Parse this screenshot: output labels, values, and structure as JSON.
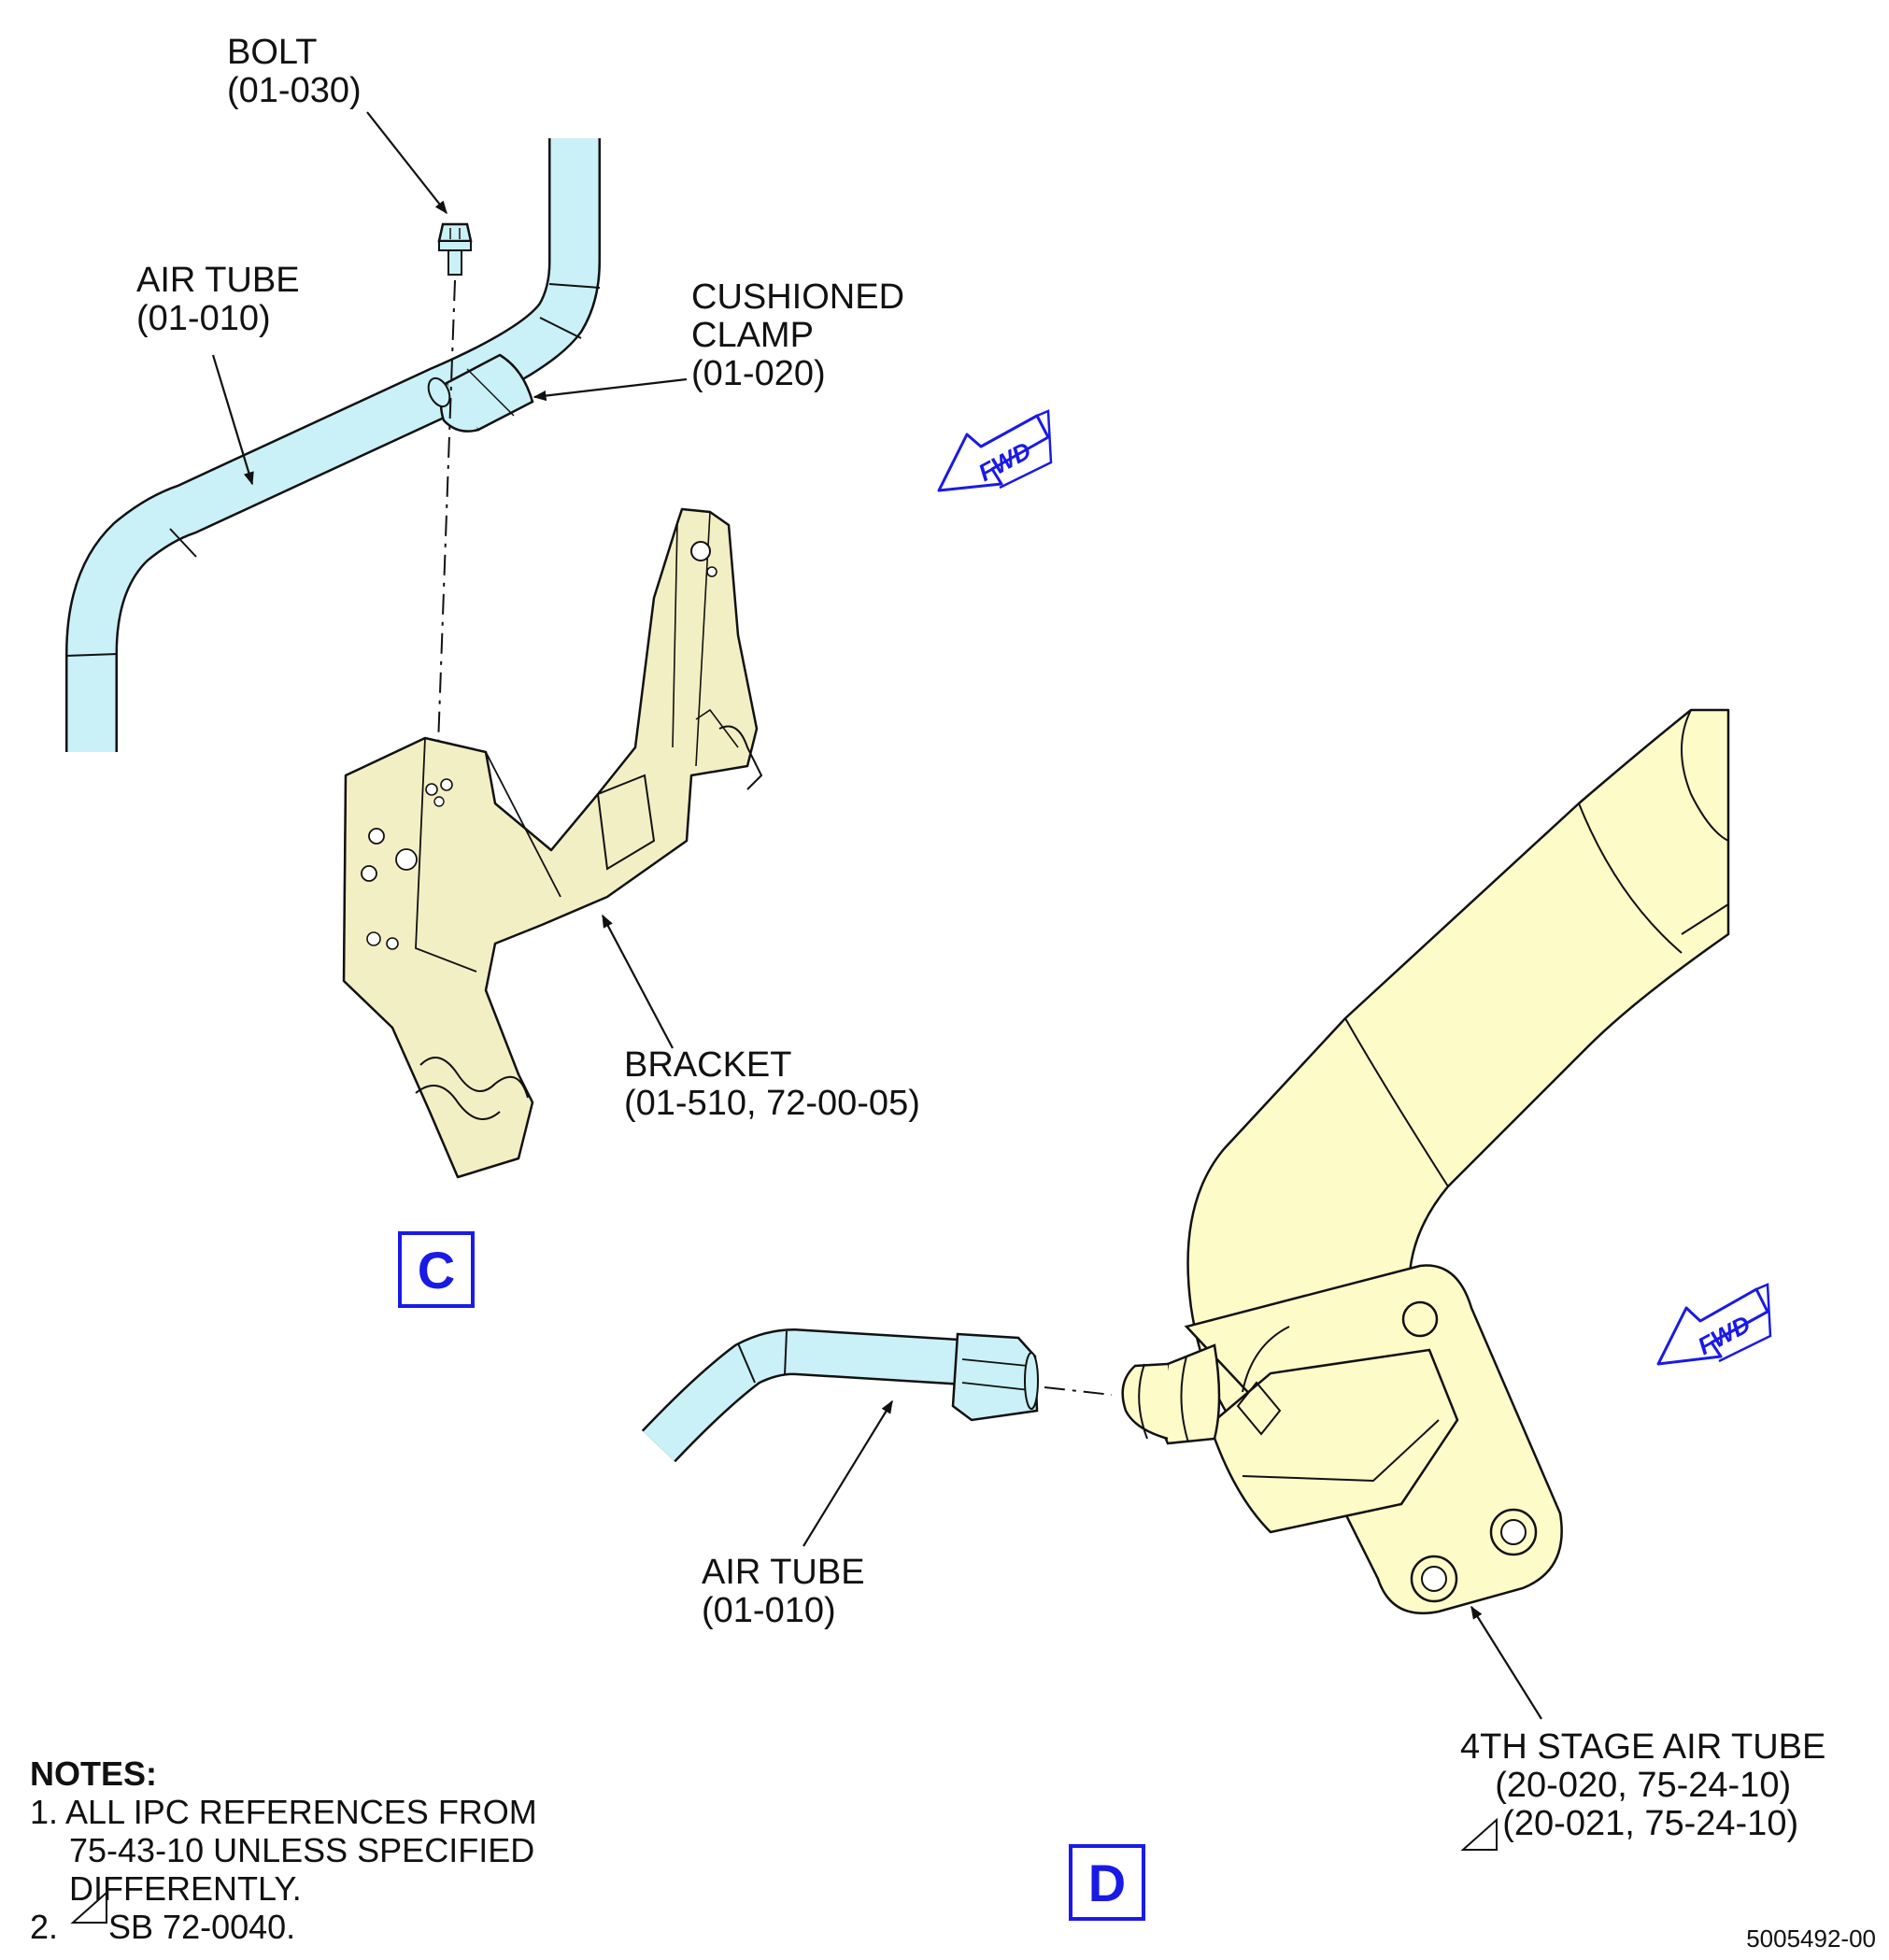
{
  "labels": {
    "bolt": [
      "BOLT",
      "(01-030)"
    ],
    "air_tube_c": [
      "AIR TUBE",
      "(01-010)"
    ],
    "cushioned_clamp": [
      "CUSHIONED",
      "CLAMP",
      "(01-020)"
    ],
    "bracket": [
      "BRACKET",
      "(01-510, 72-00-05)"
    ],
    "air_tube_d": [
      "AIR TUBE",
      "(01-010)"
    ],
    "fourth_stage_air_tube": [
      "4TH STAGE AIR TUBE",
      "(20-020, 75-24-10)",
      "(20-021, 75-24-10)"
    ]
  },
  "view_labels": {
    "c": "C",
    "d": "D"
  },
  "fwd_label": "FWD",
  "notes": {
    "title": "NOTES:",
    "item1_line1": "1. ALL IPC REFERENCES FROM",
    "item1_line2": "75-43-10 UNLESS SPECIFIED",
    "item1_line3": "DIFFERENTLY.",
    "item2": "2. ",
    "item2_ref": "SB 72-0040."
  },
  "drawing_number": "5005492-00",
  "colors": {
    "air_tube_fill": "#c9f1f7",
    "bracket_fill": "#f3efc4",
    "fourth_stage_fill": "#fdfbc8",
    "line": "#111111",
    "view_accent": "#1a1ae6"
  },
  "icons": [
    "bolt-icon",
    "fwd-arrow-icon",
    "bracket-icon",
    "air-tube-icon",
    "b-nut-icon",
    "fitting-icon",
    "effectivity-triangle-icon"
  ]
}
